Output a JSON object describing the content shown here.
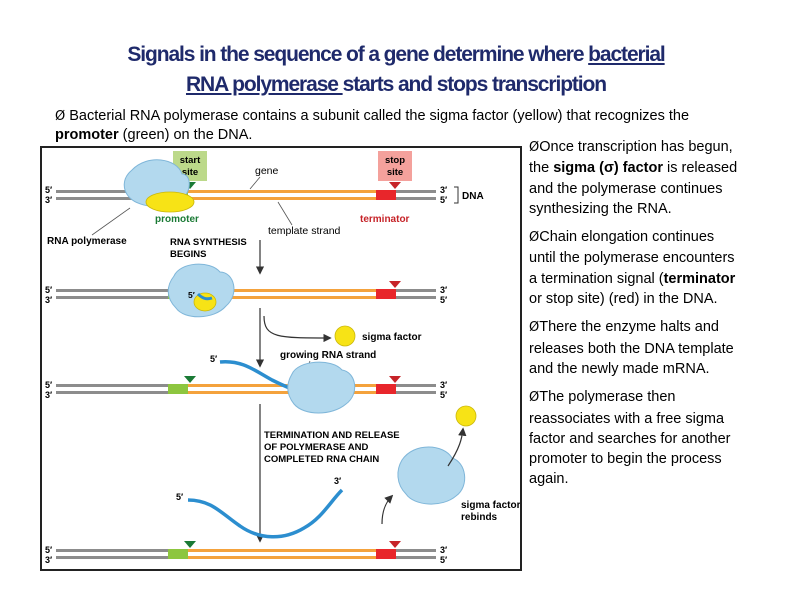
{
  "title": {
    "line1_a": "Signals in the sequence of a gene determine where ",
    "line1_b": "bacterial",
    "line2_a": "RNA polymerase ",
    "line2_b": "starts and stops transcription"
  },
  "intro": {
    "bullet": "Ø",
    "part1": " Bacterial RNA polymerase contains a subunit called the sigma factor (yellow) that recognizes the ",
    "bold": "promoter",
    "part2": " (green) on the DNA."
  },
  "sidebar": {
    "bullet": "Ø",
    "p1_a": "Once transcription has begun, the ",
    "p1_b": "sigma (σ) factor",
    "p1_c": " is released and the polymerase continues synthesizing the RNA.",
    "p2_a": "Chain elongation continues until the polymerase encounters a termination signal (",
    "p2_b": "terminator",
    "p2_c": " or stop site) (red) in the DNA.",
    "p3": "There the enzyme halts and releases both the DNA template and the newly made mRNA.",
    "p4": "The polymerase then reassociates with a free sigma factor and searches for another promoter to begin the process again."
  },
  "figure": {
    "start_site": [
      "start",
      "site"
    ],
    "stop_site": [
      "stop",
      "site"
    ],
    "gene": "gene",
    "dna": "DNA",
    "promoter": "promoter",
    "terminator": "terminator",
    "template_strand": "template strand",
    "rna_polymerase": "RNA polymerase",
    "rna_synthesis": [
      "RNA SYNTHESIS",
      "BEGINS"
    ],
    "sigma_factor": "sigma factor",
    "growing_rna": "growing RNA strand",
    "termination": [
      "TERMINATION AND RELEASE",
      "OF POLYMERASE AND",
      "COMPLETED RNA CHAIN"
    ],
    "sigma_rebinds": [
      "sigma factor",
      "rebinds"
    ],
    "five_prime": "5′",
    "three_prime": "3′"
  },
  "colors": {
    "title": "#1f2a6b",
    "dna_gray": "#8c8c8c",
    "gene_orange": "#f4a23c",
    "promoter_green": "#8dc63f",
    "terminator_red": "#e8262b",
    "polymerase_blue": "#b3d9ee",
    "sigma_yellow": "#f7e316",
    "rna_blue": "#2c8ecf",
    "label_red": "#c62328"
  }
}
